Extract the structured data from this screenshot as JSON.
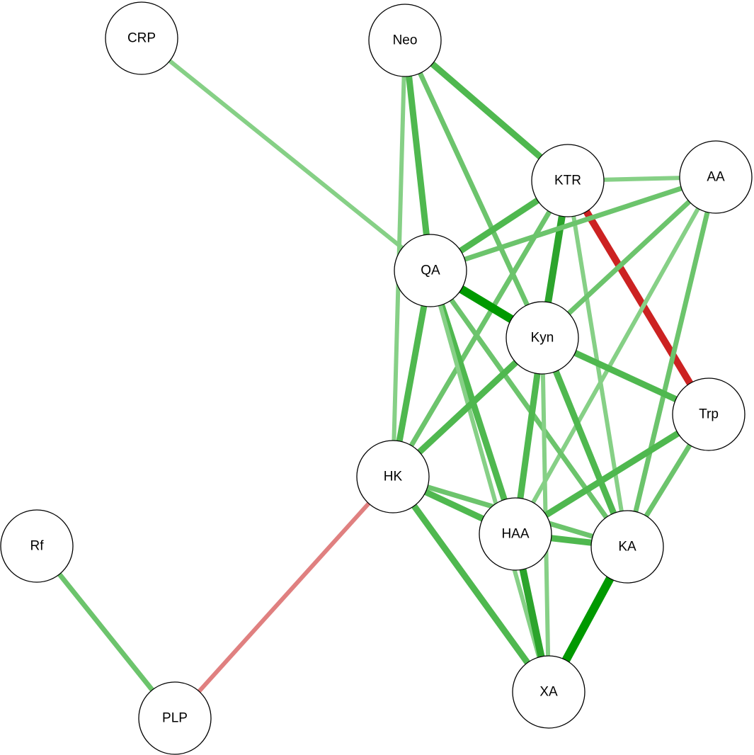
{
  "network": {
    "nodes": [
      {
        "id": "CRP",
        "label": "CRP"
      },
      {
        "id": "Neo",
        "label": "Neo"
      },
      {
        "id": "KTR",
        "label": "KTR"
      },
      {
        "id": "AA",
        "label": "AA"
      },
      {
        "id": "QA",
        "label": "QA"
      },
      {
        "id": "Kyn",
        "label": "Kyn"
      },
      {
        "id": "Trp",
        "label": "Trp"
      },
      {
        "id": "HK",
        "label": "HK"
      },
      {
        "id": "HAA",
        "label": "HAA"
      },
      {
        "id": "KA",
        "label": "KA"
      },
      {
        "id": "Rf",
        "label": "Rf"
      },
      {
        "id": "XA",
        "label": "XA"
      },
      {
        "id": "PLP",
        "label": "PLP"
      }
    ],
    "edges": [
      {
        "source": "CRP",
        "target": "QA",
        "sign": "positive",
        "strength": 1
      },
      {
        "source": "Neo",
        "target": "KTR",
        "sign": "positive",
        "strength": 3
      },
      {
        "source": "Neo",
        "target": "QA",
        "sign": "positive",
        "strength": 3
      },
      {
        "source": "Neo",
        "target": "Kyn",
        "sign": "positive",
        "strength": 2
      },
      {
        "source": "Neo",
        "target": "HK",
        "sign": "positive",
        "strength": 1
      },
      {
        "source": "KTR",
        "target": "AA",
        "sign": "positive",
        "strength": 1
      },
      {
        "source": "KTR",
        "target": "QA",
        "sign": "positive",
        "strength": 3
      },
      {
        "source": "KTR",
        "target": "Kyn",
        "sign": "positive",
        "strength": 4
      },
      {
        "source": "KTR",
        "target": "HK",
        "sign": "positive",
        "strength": 2
      },
      {
        "source": "KTR",
        "target": "KA",
        "sign": "positive",
        "strength": 1
      },
      {
        "source": "KTR",
        "target": "Trp",
        "sign": "negative",
        "strength": 4
      },
      {
        "source": "AA",
        "target": "QA",
        "sign": "positive",
        "strength": 2
      },
      {
        "source": "AA",
        "target": "Kyn",
        "sign": "positive",
        "strength": 2
      },
      {
        "source": "AA",
        "target": "HAA",
        "sign": "positive",
        "strength": 1
      },
      {
        "source": "AA",
        "target": "KA",
        "sign": "positive",
        "strength": 2
      },
      {
        "source": "QA",
        "target": "Kyn",
        "sign": "positive",
        "strength": 5
      },
      {
        "source": "QA",
        "target": "HK",
        "sign": "positive",
        "strength": 3
      },
      {
        "source": "QA",
        "target": "HAA",
        "sign": "positive",
        "strength": 3
      },
      {
        "source": "QA",
        "target": "KA",
        "sign": "positive",
        "strength": 2
      },
      {
        "source": "QA",
        "target": "XA",
        "sign": "positive",
        "strength": 1
      },
      {
        "source": "Kyn",
        "target": "Trp",
        "sign": "positive",
        "strength": 3
      },
      {
        "source": "Kyn",
        "target": "HK",
        "sign": "positive",
        "strength": 3
      },
      {
        "source": "Kyn",
        "target": "HAA",
        "sign": "positive",
        "strength": 3
      },
      {
        "source": "Kyn",
        "target": "KA",
        "sign": "positive",
        "strength": 3
      },
      {
        "source": "Kyn",
        "target": "XA",
        "sign": "positive",
        "strength": 1
      },
      {
        "source": "Trp",
        "target": "HAA",
        "sign": "positive",
        "strength": 3
      },
      {
        "source": "Trp",
        "target": "KA",
        "sign": "positive",
        "strength": 2
      },
      {
        "source": "HK",
        "target": "HAA",
        "sign": "positive",
        "strength": 3
      },
      {
        "source": "HK",
        "target": "KA",
        "sign": "positive",
        "strength": 2
      },
      {
        "source": "HK",
        "target": "XA",
        "sign": "positive",
        "strength": 3
      },
      {
        "source": "HK",
        "target": "PLP",
        "sign": "negative",
        "strength": 1
      },
      {
        "source": "HAA",
        "target": "KA",
        "sign": "positive",
        "strength": 3
      },
      {
        "source": "HAA",
        "target": "XA",
        "sign": "positive",
        "strength": 4
      },
      {
        "source": "KA",
        "target": "XA",
        "sign": "positive",
        "strength": 5
      },
      {
        "source": "Rf",
        "target": "PLP",
        "sign": "positive",
        "strength": 2
      }
    ],
    "colors": {
      "positive": [
        "#a6dba0",
        "#86d086",
        "#6cc46c",
        "#4fb84f",
        "#2ca42c",
        "#009900"
      ],
      "negative": [
        "#e08080",
        "#e08080",
        "#d64545",
        "#d43030",
        "#cc2222",
        "#cc2222"
      ],
      "node_fill": "#ffffff",
      "node_stroke": "#000000"
    }
  }
}
